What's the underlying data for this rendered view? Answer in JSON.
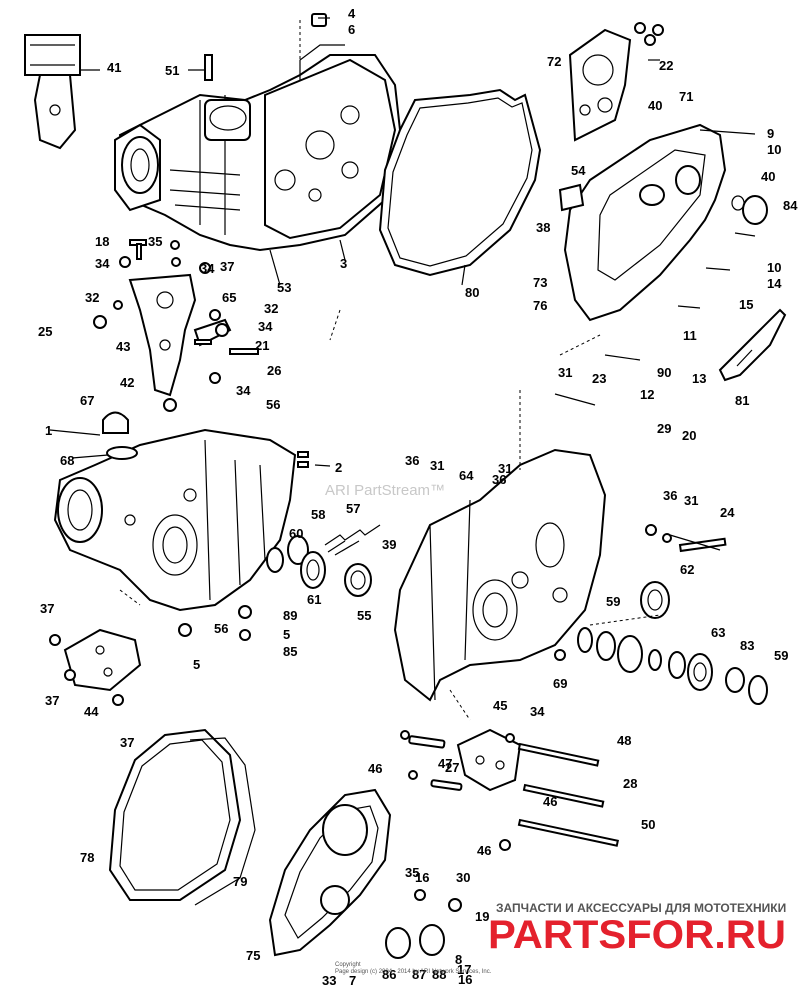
{
  "watermark": "ARI PartStream™",
  "brand": {
    "tagline": "ЗАПЧАСТИ И АКСЕССУАРЫ ДЛЯ МОТОТЕХНИКИ",
    "logo_text": "PARTSFOR.RU",
    "accent_color": "#e4212d"
  },
  "copyright": "Page design (c) 2004 - 2014 by ARI Network Services, Inc.",
  "copyright_top": "Copyright",
  "callouts": [
    "1",
    "2",
    "3",
    "4",
    "5",
    "6",
    "7",
    "8",
    "9",
    "10",
    "11",
    "12",
    "13",
    "14",
    "15",
    "16",
    "17",
    "18",
    "19",
    "20",
    "21",
    "22",
    "23",
    "24",
    "25",
    "26",
    "27",
    "28",
    "29",
    "30",
    "31",
    "32",
    "33",
    "34",
    "35",
    "36",
    "37",
    "38",
    "39",
    "40",
    "41",
    "42",
    "43",
    "44",
    "45",
    "46",
    "47",
    "48",
    "50",
    "51",
    "53",
    "54",
    "55",
    "56",
    "57",
    "58",
    "59",
    "60",
    "61",
    "62",
    "63",
    "64",
    "65",
    "67",
    "68",
    "69",
    "71",
    "72",
    "73",
    "75",
    "76",
    "78",
    "79",
    "80",
    "81",
    "83",
    "84",
    "85",
    "86",
    "87",
    "88",
    "89",
    "90"
  ]
}
